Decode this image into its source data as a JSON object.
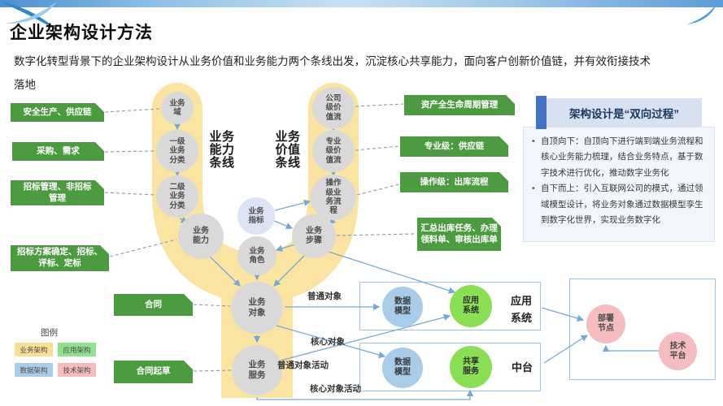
{
  "header": {
    "title": "企业架构设计方法",
    "subtitle": "数字化转型背景下的企业架构设计从业务价值和业务能力两个条线出发，沉淀核心共享能力，面向客户创新价值链，并有效衔接技术落地"
  },
  "lanes": {
    "capability": "业务能力条线",
    "value": "业务价值条线"
  },
  "left_boxes": [
    {
      "label": "安全生产、供应链"
    },
    {
      "label": "采购、需求"
    },
    {
      "label": "招标管理、非招标管理"
    },
    {
      "label": "招标方案确定、招标、评标、定标"
    },
    {
      "label": "合同"
    },
    {
      "label": "合同起草"
    }
  ],
  "right_boxes": [
    {
      "label": "资产全生命周期管理"
    },
    {
      "label": "专业级：供应链"
    },
    {
      "label": "操作级：出库流程"
    },
    {
      "label": "汇总出库任务、办理领料单、审核出库单"
    }
  ],
  "nodes": {
    "business_domain": "业务域",
    "level1_category": "一级业务分类",
    "level2_category": "二级业务分类",
    "business_capability": "业务能力",
    "company_value_stream": "公司级价值流",
    "professional_value_stream": "专业级价值流",
    "operation_process": "操作级业务流程",
    "business_step": "业务步骤",
    "business_indicator": "业务指标",
    "business_role": "业务角色",
    "business_object": "业务对象",
    "business_service": "业务服务",
    "data_model_app": "数据模型",
    "app_system": "应用系统",
    "data_model_mid": "数据模型",
    "shared_service": "共享服务",
    "deploy_node": "部署节点",
    "tech_platform": "技术平台"
  },
  "edge_labels": {
    "normal_object": "普通对象",
    "core_object": "核心对象",
    "normal_object_activity": "普通对象活动",
    "core_object_activity": "核心对象活动"
  },
  "group_labels": {
    "app_system": "应用系统",
    "middle_platform": "中台"
  },
  "panel": {
    "title": "架构设计是“双向过程”",
    "bullets": [
      "自顶向下：自顶向下进行端到端业务流程和核心业务能力梳理，结合业务特点，基于数字技术进行优化，推动数字业务化",
      "自下而上：引入互联网公司的模式，通过领域模型设计，将业务对象通过数据模型孪生到数字化世界，实现业务数字化"
    ]
  },
  "legend": {
    "title": "图例",
    "items": [
      {
        "label": "业务架构",
        "color": "#F7E096"
      },
      {
        "label": "应用架构",
        "color": "#8FE08F"
      },
      {
        "label": "数据架构",
        "color": "#A9CCE9"
      },
      {
        "label": "技术架构",
        "color": "#F6BCBE"
      }
    ]
  },
  "colors": {
    "accent_blue": "#4472C4",
    "panel_title_bg": "#D7E1F2",
    "panel_title_text": "#17375E",
    "green_box": "#4D9B41",
    "u_shape_yellow": "#FBE3A2",
    "node_gray": "#D9D9D9",
    "node_blue": "#A9CCE9",
    "node_green": "#8ADF55",
    "node_pink": "#F5BDC0",
    "indicator_blue": "#DCE3F5",
    "arrow_blue": "#74A9D8",
    "dashed_gray": "#8A9AB0",
    "container_border": "#9DC3E6"
  }
}
